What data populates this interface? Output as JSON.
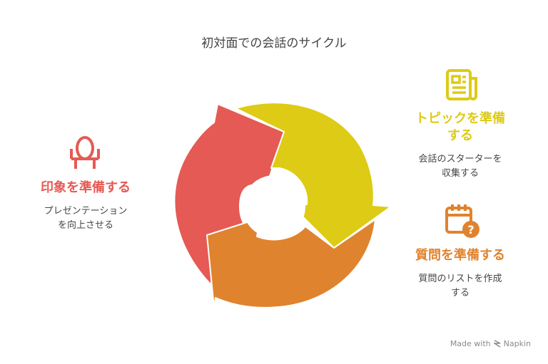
{
  "title": "初対面での会話のサイクル",
  "colors": {
    "red": "#E55A54",
    "yellow": "#DDCB16",
    "orange": "#E0832E"
  },
  "nodes": {
    "topic": {
      "label_line1": "トピックを準備",
      "label_line2": "する",
      "desc_line1": "会話のスターターを",
      "desc_line2": "収集する",
      "icon": "newspaper-icon"
    },
    "questions": {
      "label": "質問を準備する",
      "desc_line1": "質問のリストを作成",
      "desc_line2": "する",
      "icon": "calendar-question-icon"
    },
    "impression": {
      "label": "印象を準備する",
      "desc_line1": "プレゼンテーション",
      "desc_line2": "を向上させる",
      "icon": "mirror-icon"
    }
  },
  "footer": {
    "made_with": "Made with",
    "brand": "Napkin"
  }
}
